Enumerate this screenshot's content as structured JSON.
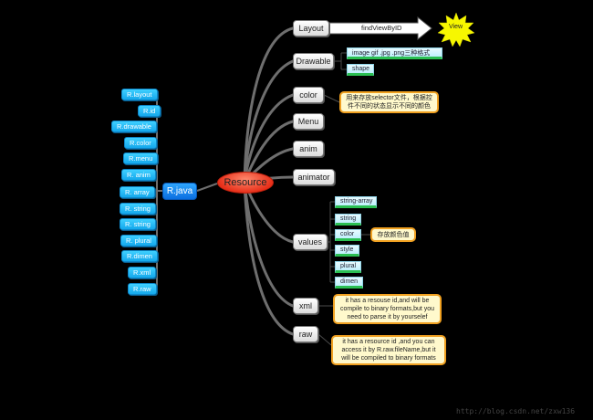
{
  "left_nodes": [
    "R.layout",
    "R.id",
    "R.drawable",
    "R.color",
    "R.menu",
    "R. anim",
    "R. array",
    "R. string",
    "R. string",
    "R. plural",
    "R.dimen",
    "R.xml",
    "R.raw"
  ],
  "hub_label": "R.java",
  "center_label": "Resource",
  "categories": {
    "layout": "Layout",
    "drawable": "Drawable",
    "color": "color",
    "menu": "Menu",
    "anim": "anim",
    "animator": "animator",
    "values": "values",
    "xml": "xml",
    "raw": "raw"
  },
  "layout_arrow_label": "findViewByID",
  "view_burst_label": "View",
  "drawable_leaves": [
    "image    gif .jpg .png三种格式",
    "shape"
  ],
  "color_note": "用来存放selector文件，根据控件不同的状态显示不同的颜色",
  "values_leaves": [
    "string-array",
    "string",
    "color",
    "style",
    "plural",
    "dimen"
  ],
  "values_color_note": "存放颜色值",
  "xml_note": "it has a resouse id,and will be compile to binary formats,but you need to parse it by yourselef",
  "raw_note": "it has a resource id ,and you can access it by R.raw.fileName,but it will be compiled to binary formats",
  "watermark": "http://blog.csdn.net/zxw136",
  "colors": {
    "background": "#000000",
    "rnode": "#1cb4f0",
    "center": "#e8301a",
    "note_border": "#f0a020",
    "leaf_underline": "#2bbf52",
    "burst": "#f7f700"
  }
}
